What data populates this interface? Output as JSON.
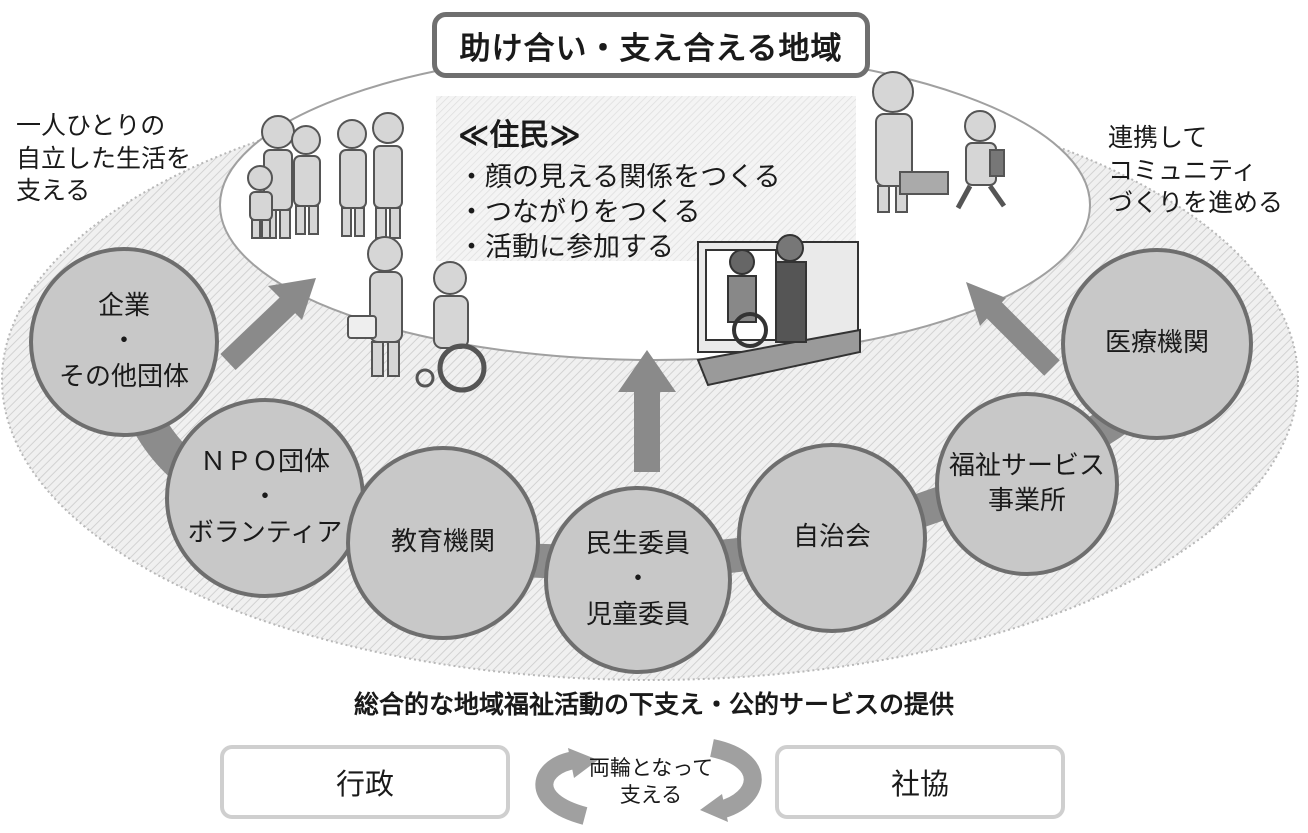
{
  "title": "助け合い・支え合える地域",
  "left_note": [
    "一人ひとりの",
    "自立した生活を",
    "支える"
  ],
  "right_note": [
    "連携して",
    "コミュニティ",
    "づくりを進める"
  ],
  "residents": {
    "heading": "≪住民≫",
    "items": [
      "・顔の見える関係をつくる",
      "・つながりをつくる",
      "・活動に参加する"
    ]
  },
  "organizations": [
    {
      "id": "company",
      "lines": [
        "企業",
        "・",
        "その他団体"
      ]
    },
    {
      "id": "npo",
      "lines": [
        "ＮＰＯ団体",
        "・",
        "ボランティア"
      ]
    },
    {
      "id": "education",
      "lines": [
        "教育機関"
      ]
    },
    {
      "id": "welfare-commissioners",
      "lines": [
        "民生委員",
        "・",
        "児童委員"
      ]
    },
    {
      "id": "neighborhood",
      "lines": [
        "自治会"
      ]
    },
    {
      "id": "welfare-services",
      "lines": [
        "福祉サービス",
        "事業所"
      ]
    },
    {
      "id": "medical",
      "lines": [
        "医療機関"
      ]
    }
  ],
  "bottom_title": "総合的な地域福祉活動の下支え・公的サービスの提供",
  "left_box": "行政",
  "right_box": "社協",
  "wheel_text": [
    "両輪となって",
    "支える"
  ],
  "colors": {
    "circle_fill": "#c8c8c8",
    "circle_stroke": "#6e6e6e",
    "band": "#8c8c8c",
    "arrow": "#8a8a8a",
    "box_border": "#cfcfcf",
    "title_border": "#6f6f6f"
  }
}
